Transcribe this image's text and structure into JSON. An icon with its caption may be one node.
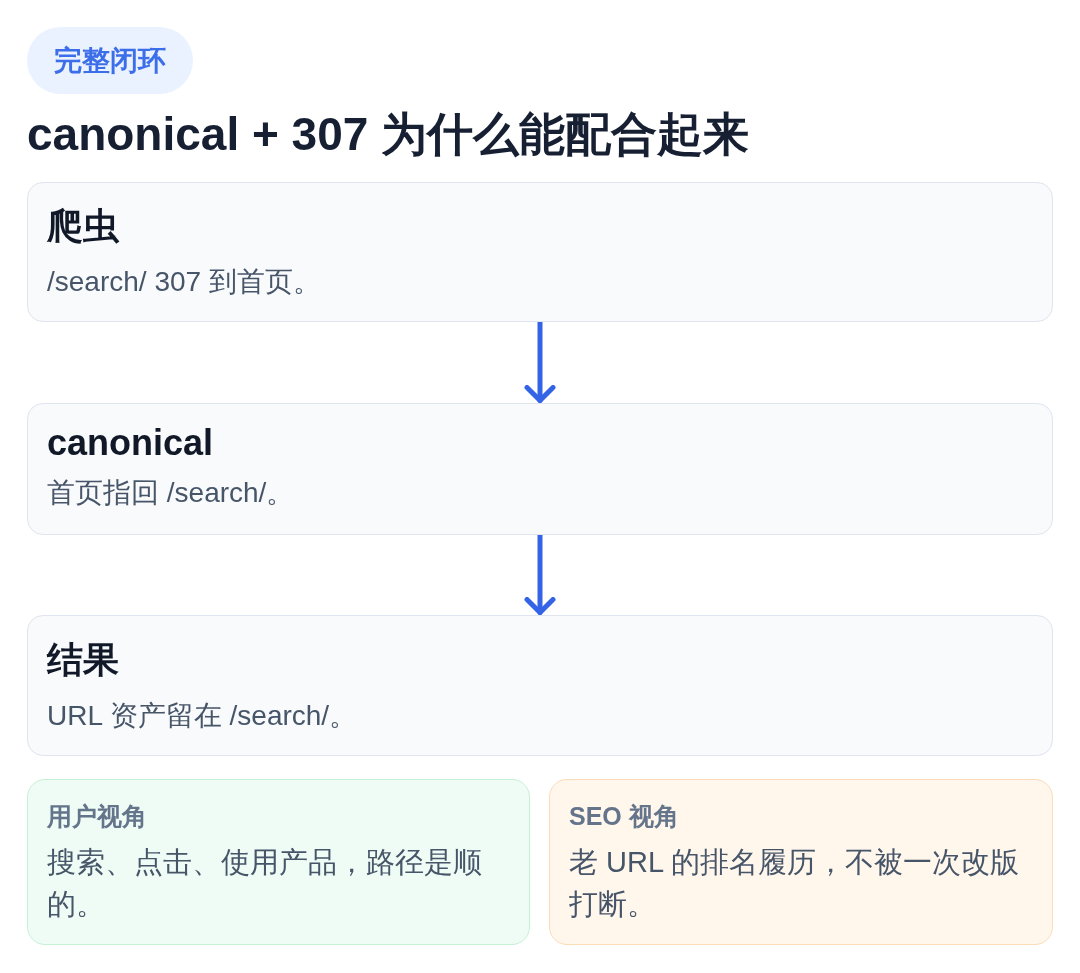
{
  "diagram": {
    "title": "canonical + 307 为什么能配合起来",
    "nodes": [
      {
        "text": [
          "完整闭环"
        ]
      },
      {
        "text": [
          "爬虫",
          "/search/ 307 到首页。"
        ]
      },
      {
        "text": [
          "canonical",
          "首页指回 /search/。"
        ]
      },
      {
        "text": [
          "结果",
          "URL 资产留在 /search/。"
        ]
      },
      {
        "text": [
          "用户视角",
          "搜索、点击、使用产品，路径是顺的。"
        ]
      },
      {
        "text": [
          "SEO 视角",
          "老 URL 的排名履历，不被一次改版打断。"
        ]
      }
    ],
    "edges": [
      {
        "from": 1,
        "to": 2,
        "arrow": "to"
      },
      {
        "from": 2,
        "to": 3,
        "arrow": "to"
      }
    ]
  }
}
